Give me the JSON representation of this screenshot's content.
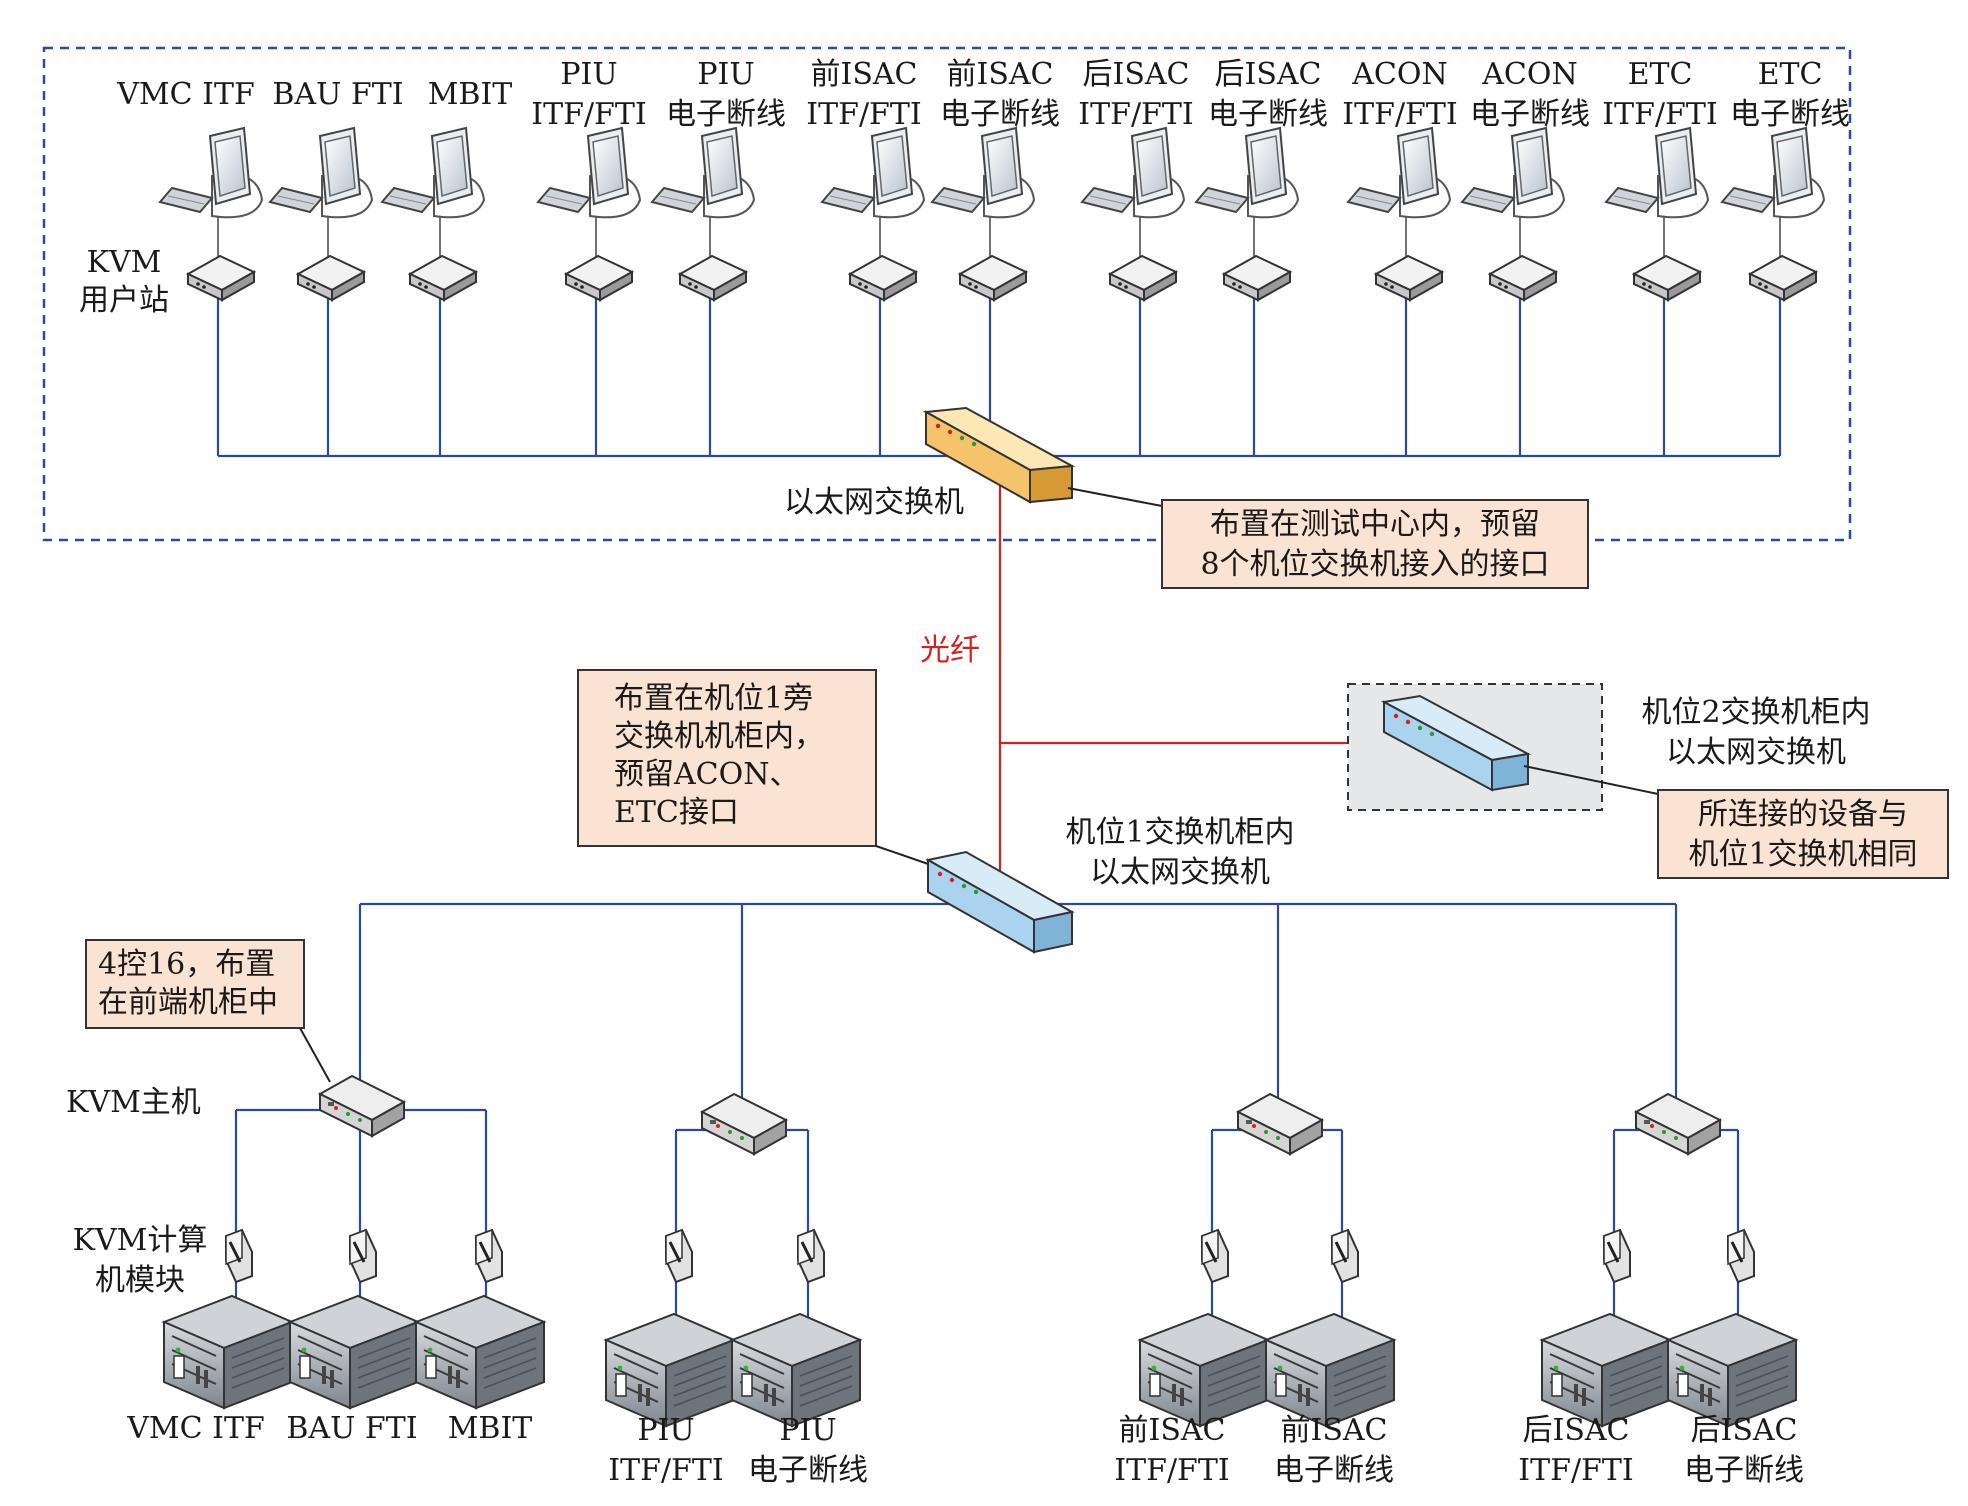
{
  "diagram": {
    "workstations": [
      {
        "line1": "",
        "line2": "VMC ITF"
      },
      {
        "line1": "",
        "line2": "BAU FTI"
      },
      {
        "line1": "",
        "line2": "MBIT"
      },
      {
        "line1": "PIU",
        "line2": "ITF/FTI"
      },
      {
        "line1": "PIU",
        "line2": "电子断线"
      },
      {
        "line1": "前ISAC",
        "line2": "ITF/FTI"
      },
      {
        "line1": "前ISAC",
        "line2": "电子断线"
      },
      {
        "line1": "后ISAC",
        "line2": "ITF/FTI"
      },
      {
        "line1": "后ISAC",
        "line2": "电子断线"
      },
      {
        "line1": "ACON",
        "line2": "ITF/FTI"
      },
      {
        "line1": "ACON",
        "line2": "电子断线"
      },
      {
        "line1": "ETC",
        "line2": "ITF/FTI"
      },
      {
        "line1": "ETC",
        "line2": "电子断线"
      }
    ],
    "kvm_user_station": {
      "line1": "KVM",
      "line2": "用户站"
    },
    "top_switch_label": "以太网交换机",
    "top_note": {
      "line1": "布置在测试中心内，预留",
      "line2": "8个机位交换机接入的接口"
    },
    "fiber_label": "光纤",
    "station1_note": {
      "line1": "布置在机位1旁",
      "line2": "交换机机柜内，",
      "line3": "预留ACON、",
      "line4": "ETC接口"
    },
    "station1_switch": {
      "line1": "机位1交换机柜内",
      "line2": "以太网交换机"
    },
    "station2_switch": {
      "line1": "机位2交换机柜内",
      "line2": "以太网交换机"
    },
    "station2_note": {
      "line1": "所连接的设备与",
      "line2": "机位1交换机相同"
    },
    "kvm_host_note": {
      "line1": "4控16，布置",
      "line2": "在前端机柜中"
    },
    "kvm_host_label": "KVM主机",
    "kvm_module_label": {
      "line1": "KVM计算",
      "line2": "机模块"
    },
    "servers": [
      {
        "line1": "VMC ITF",
        "line2": ""
      },
      {
        "line1": "BAU FTI",
        "line2": ""
      },
      {
        "line1": "MBIT",
        "line2": ""
      },
      {
        "line1": "PIU",
        "line2": "ITF/FTI"
      },
      {
        "line1": "PIU",
        "line2": "电子断线"
      },
      {
        "line1": "前ISAC",
        "line2": "ITF/FTI"
      },
      {
        "line1": "前ISAC",
        "line2": "电子断线"
      },
      {
        "line1": "后ISAC",
        "line2": "ITF/FTI"
      },
      {
        "line1": "后ISAC",
        "line2": "电子断线"
      }
    ]
  },
  "colors": {
    "blue_line": "#2a4aa0",
    "red_line": "#d42020",
    "orange_switch": "#f4c36a",
    "blue_switch": "#a9d3ee",
    "note_fill": "#fbe3d4",
    "dashed_border": "#2a4aa0"
  }
}
